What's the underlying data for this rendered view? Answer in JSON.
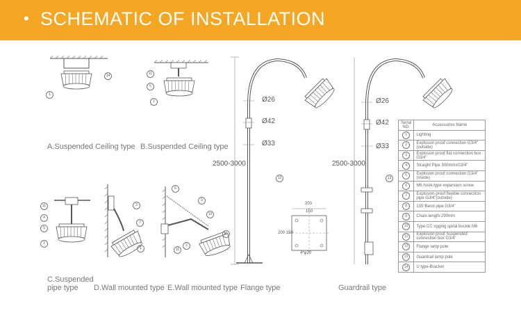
{
  "header": {
    "bullet": "•",
    "title": "SCHEMATIC OF INSTALLATION"
  },
  "captions": {
    "a": "A.Suspended Ceiling type",
    "b": "B.Suspended Ceiling type",
    "c1": "C.Suspended",
    "c2": "pipe type",
    "d": "D.Wall mounted type",
    "e": "E.Wall mounted type",
    "f": "Flange type",
    "g": "Guardrail type"
  },
  "dimensions": {
    "d26": "Ø26",
    "d42": "Ø42",
    "d33": "Ø33",
    "height": "2500-3000",
    "flange_200": "200",
    "flange_150": "150",
    "flange_side": "200 150",
    "flange_holes": "4*φ20"
  },
  "callouts": {
    "a": [
      "14",
      "1"
    ],
    "b": [
      "11",
      "5",
      "1"
    ],
    "c": [
      "11",
      "4",
      "5",
      "1"
    ],
    "d": [
      "3",
      "7",
      "1"
    ],
    "e": [
      "6",
      "9",
      "10",
      "8",
      "2",
      "11"
    ],
    "f": [
      "12"
    ],
    "g": [
      "13"
    ]
  },
  "legend": {
    "header_num": "Serial NO.",
    "header_name": "Accessories Name",
    "rows": [
      {
        "num": "1",
        "name": "Lighting"
      },
      {
        "num": "2",
        "name": "Explosion proof connection G3/4\"(outside)"
      },
      {
        "num": "3",
        "name": "Explosion proof flat connection box G3/4\""
      },
      {
        "num": "4",
        "name": "Straight Pipe 300mmxG3/4\""
      },
      {
        "num": "5",
        "name": "Explosion proof connection G3/4\"(inside)"
      },
      {
        "num": "6",
        "name": "M6 hook-type expansion screw"
      },
      {
        "num": "7",
        "name": "Explosion-proof flexible connection pipe G3/4\"(outside)"
      },
      {
        "num": "8",
        "name": "135°Bend pipe G3/4\""
      },
      {
        "num": "9",
        "name": "Chain length-290mm"
      },
      {
        "num": "10",
        "name": "Type CC rigging spiral buckle M6"
      },
      {
        "num": "11",
        "name": "Explosion proof Suspended connection box G3/4\""
      },
      {
        "num": "12",
        "name": "Flange lamp pole"
      },
      {
        "num": "13",
        "name": "Guardrail lamp pole"
      },
      {
        "num": "14",
        "name": "U type-Bracket"
      }
    ]
  },
  "colors": {
    "header": "#f5a623",
    "line": "#555555",
    "text": "#777777"
  }
}
